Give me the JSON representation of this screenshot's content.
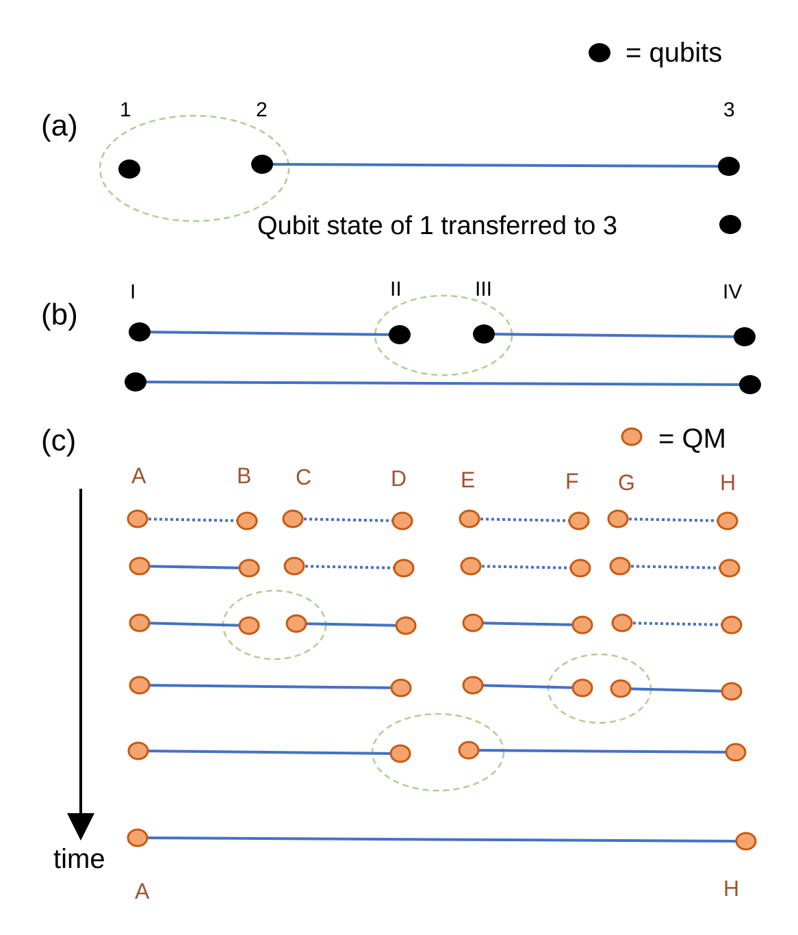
{
  "colors": {
    "link": "#4472c4",
    "qubit": "#000000",
    "qm_fill": "#f4a46e",
    "qm_stroke": "#c55a11",
    "label_brown": "#a0522d",
    "dashed_circle": "#a9d18e"
  },
  "legend": {
    "qubits": "= qubits",
    "qm": "= QM"
  },
  "panel_a": {
    "tag": "(a)",
    "labels": [
      "1",
      "2",
      "3"
    ],
    "note": "Qubit state of 1 transferred to 3"
  },
  "panel_b": {
    "tag": "(b)",
    "labels": [
      "I",
      "II",
      "III",
      "IV"
    ]
  },
  "panel_c": {
    "tag": "(c)",
    "top_labels": [
      "A",
      "B",
      "C",
      "D",
      "E",
      "F",
      "G",
      "H"
    ],
    "bottom_labels": [
      "A",
      "H"
    ],
    "time_label": "time",
    "link_states": [
      [
        "dotted",
        "dotted",
        "dotted",
        "dotted"
      ],
      [
        "solid",
        "dotted",
        "dotted",
        "dotted"
      ],
      [
        "solid",
        "solid",
        "solid",
        "dotted"
      ],
      [
        "solid",
        "solid"
      ],
      [
        "solid"
      ]
    ]
  }
}
